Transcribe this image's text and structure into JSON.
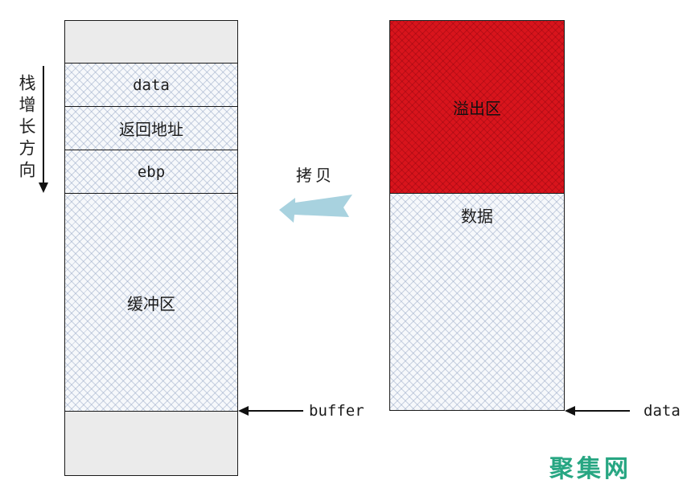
{
  "stack_growth": {
    "label": "栈增长方向"
  },
  "copy": {
    "label": "拷贝"
  },
  "stack": {
    "cells": [
      {
        "label": ""
      },
      {
        "label": "data"
      },
      {
        "label": "返回地址"
      },
      {
        "label": "ebp"
      },
      {
        "label": "缓冲区"
      },
      {
        "label": ""
      }
    ]
  },
  "source_block": {
    "overflow_label": "溢出区",
    "data_label": "数据"
  },
  "pointers": {
    "buffer_label": "buffer",
    "data_label": "data"
  },
  "watermark": {
    "text": "聚集网"
  },
  "colors": {
    "overflow-red": "#d8141c",
    "hatch-fill": "#f6f8fb",
    "plain-fill": "#ebebeb",
    "arrow-blue": "#a8d2df",
    "watermark-teal": "#27a682"
  }
}
